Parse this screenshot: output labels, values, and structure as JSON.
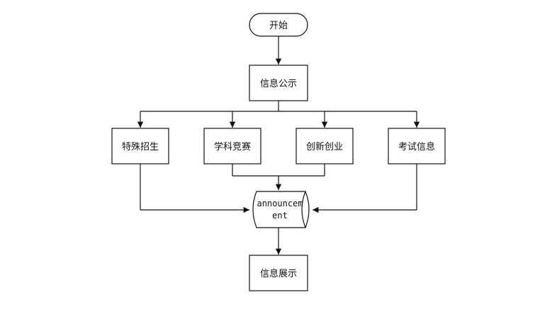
{
  "flowchart": {
    "start": "开始",
    "info_publish": "信息公示",
    "categories": [
      "特殊招生",
      "学科竞赛",
      "创新创业",
      "考试信息"
    ],
    "store_line1": "announcem",
    "store_line2": "ent",
    "info_display": "信息展示"
  }
}
